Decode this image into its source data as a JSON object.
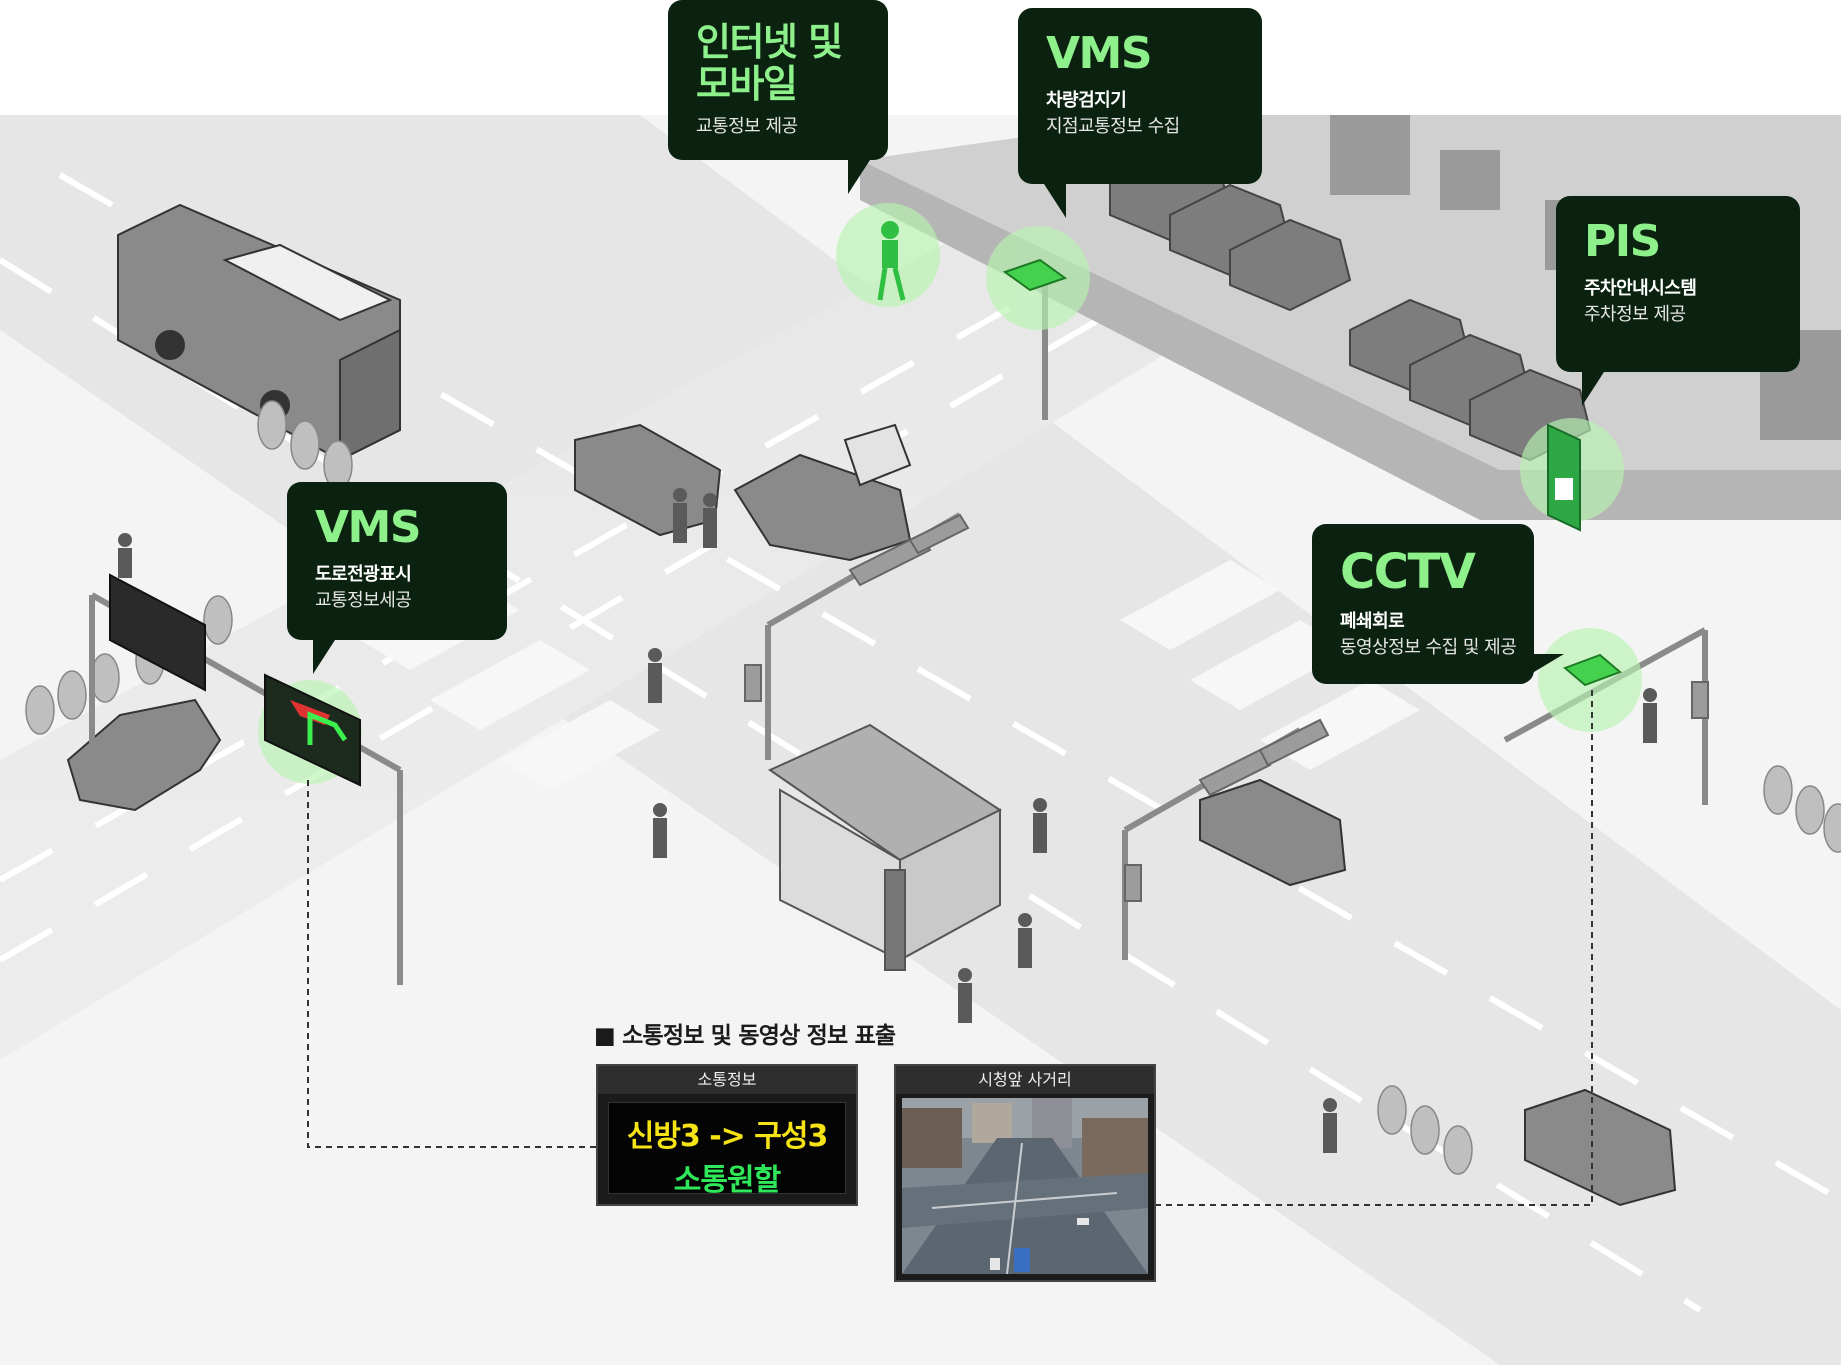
{
  "callouts": {
    "internet": {
      "title_line1": "인터넷 및",
      "title_line2": "모바일",
      "sub": "교통정보 제공"
    },
    "vms_top": {
      "title": "VMS",
      "sub_bold": "차량검지기",
      "sub": "지점교통정보 수집"
    },
    "pis": {
      "title": "PIS",
      "sub_bold": "주차안내시스템",
      "sub": "주차정보 제공"
    },
    "vms_left": {
      "title": "VMS",
      "sub_bold": "도로전광표시",
      "sub": "교통정보세공"
    },
    "cctv": {
      "title": "CCTV",
      "sub_bold": "폐쇄회로",
      "sub": "동영상정보 수집 및 제공"
    }
  },
  "caption": "■ 소통정보 및 동영상 정보 표출",
  "traffic_panel": {
    "header": "소통정보",
    "line1": "신방3 -> 구성3",
    "line2": "소통원할"
  },
  "video_panel": {
    "header": "시청앞 사거리"
  },
  "colors": {
    "bubble_bg": "#0b2210",
    "accent_green": "#8ef08a",
    "highlight_circle": "#b8f5b0",
    "road": "#e9e9e9",
    "vehicle": "#7a7a7a"
  }
}
